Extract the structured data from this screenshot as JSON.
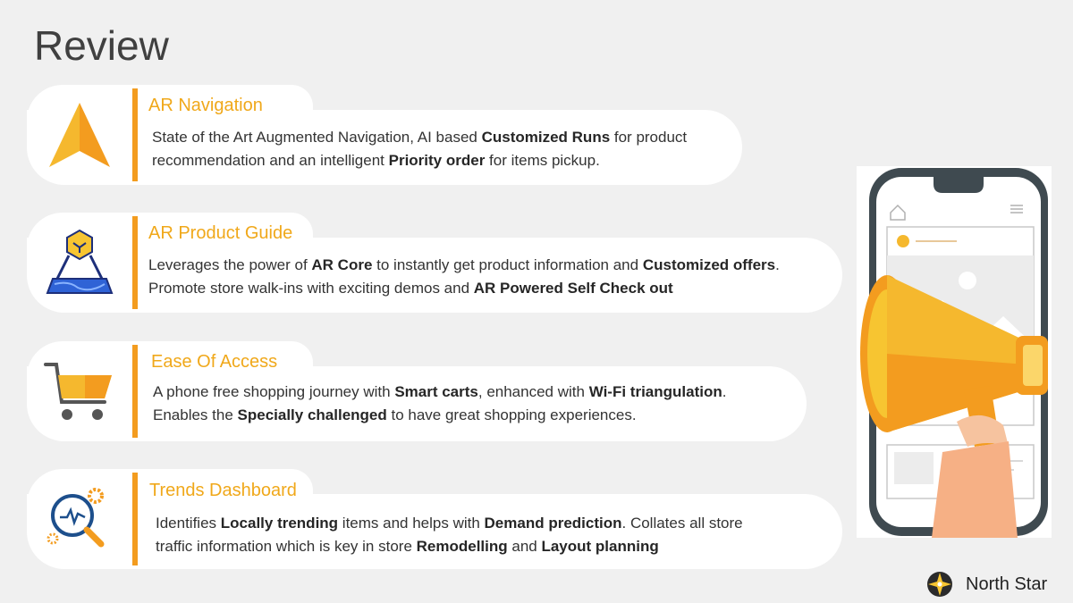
{
  "page": {
    "title": "Review"
  },
  "sections": [
    {
      "title": "AR Navigation",
      "icon": "navigation-arrow-icon",
      "line1": [
        "State of the Art Augmented Navigation, AI based ",
        "Customized Runs",
        " for product"
      ],
      "line2": [
        "recommendation and an intelligent ",
        "Priority order",
        " for items pickup."
      ]
    },
    {
      "title": "AR Product Guide",
      "icon": "ar-hologram-icon",
      "line1": [
        "Leverages the power of ",
        "AR Core",
        " to instantly get product information and ",
        "Customized offers",
        "."
      ],
      "line2": [
        "Promote store walk-ins with exciting demos and ",
        "AR Powered Self Check out"
      ]
    },
    {
      "title": "Ease Of Access",
      "icon": "shopping-cart-icon",
      "line1": [
        "A phone free shopping journey with ",
        "Smart carts",
        ", enhanced with ",
        "Wi-Fi triangulation",
        "."
      ],
      "line2": [
        "Enables the ",
        "Specially challenged",
        " to have great shopping experiences."
      ]
    },
    {
      "title": "Trends Dashboard",
      "icon": "analytics-magnifier-icon",
      "line1": [
        "Identifies ",
        "Locally trending",
        " items and helps with ",
        "Demand prediction",
        ". Collates all store"
      ],
      "line2": [
        "traffic information which is key in store ",
        "Remodelling",
        " and ",
        "Layout planning"
      ]
    }
  ],
  "brand": {
    "name": "North Star",
    "icon": "compass-star-icon"
  },
  "illustration": {
    "icon": "phone-megaphone-icon"
  },
  "colors": {
    "accent": "#f39c1f",
    "heading": "#f0a81a",
    "background": "#f0f0f0"
  }
}
